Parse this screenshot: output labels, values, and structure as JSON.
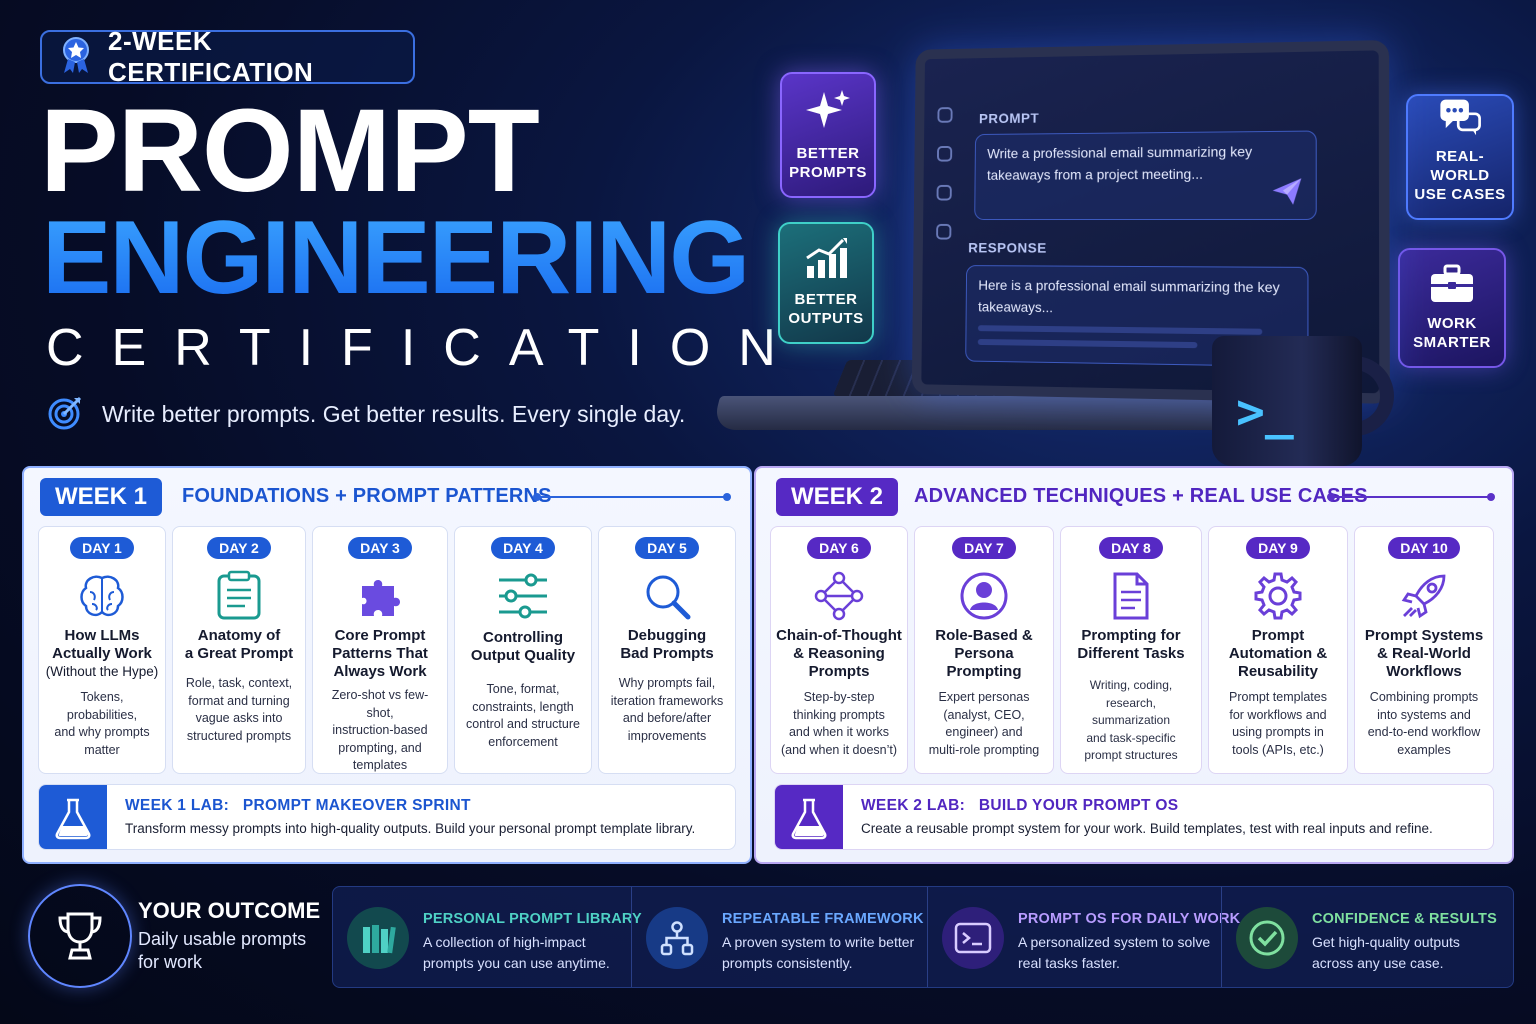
{
  "hero": {
    "badge": "2-WEEK CERTIFICATION",
    "title_line1": "PROMPT",
    "title_line2": "ENGINEERING",
    "title_line3": "CERTIFICATION",
    "tagline": "Write better prompts. Get better results. Every single day."
  },
  "screen": {
    "prompt_label": "PROMPT",
    "prompt_text": "Write a professional email summarizing key takeaways from a project meeting...",
    "response_label": "RESPONSE",
    "response_text": "Here is a professional email summarizing the key takeaways..."
  },
  "float_cards": {
    "better_prompts": "BETTER\nPROMPTS",
    "better_outputs": "BETTER\nOUTPUTS",
    "real_world": "REAL-WORLD\nUSE CASES",
    "work_smarter": "WORK\nSMARTER"
  },
  "week1": {
    "label": "WEEK 1",
    "title": "FOUNDATIONS + PROMPT PATTERNS",
    "accent": "#1e5bd6",
    "days": [
      {
        "day": "DAY 1",
        "icon": "brain-icon",
        "title": "How LLMs\nActually Work",
        "subtitle": "(Without the Hype)",
        "desc": "Tokens, probabilities,\nand why prompts\nmatter"
      },
      {
        "day": "DAY 2",
        "icon": "document-icon",
        "title": "Anatomy of\na Great Prompt",
        "subtitle": "",
        "desc": "Role, task, context,\nformat and turning\nvague asks into\nstructured prompts"
      },
      {
        "day": "DAY 3",
        "icon": "puzzle-icon",
        "title": "Core Prompt\nPatterns That\nAlways Work",
        "subtitle": "",
        "desc": "Zero-shot vs few-shot,\ninstruction-based\nprompting, and\ntemplates"
      },
      {
        "day": "DAY 4",
        "icon": "sliders-icon",
        "title": "Controlling\nOutput Quality",
        "subtitle": "",
        "desc": "Tone, format,\nconstraints, length\ncontrol and structure\nenforcement"
      },
      {
        "day": "DAY 5",
        "icon": "magnifier-icon",
        "title": "Debugging\nBad Prompts",
        "subtitle": "",
        "desc": "Why prompts fail,\niteration frameworks\nand before/after\nimprovements"
      }
    ],
    "lab_title": "WEEK 1 LAB:   PROMPT MAKEOVER SPRINT",
    "lab_desc": "Transform messy prompts into high-quality outputs. Build your personal prompt template library."
  },
  "week2": {
    "label": "WEEK 2",
    "title": "ADVANCED TECHNIQUES + REAL USE CASES",
    "accent": "#5629c4",
    "days": [
      {
        "day": "DAY 6",
        "icon": "network-icon",
        "title": "Chain-of-Thought\n& Reasoning\nPrompts",
        "subtitle": "",
        "desc": "Step-by-step\nthinking prompts\nand when it works\n(and when it doesn’t)"
      },
      {
        "day": "DAY 7",
        "icon": "persona-icon",
        "title": "Role-Based &\nPersona\nPrompting",
        "subtitle": "",
        "desc": "Expert personas\n(analyst, CEO,\nengineer) and\nmulti-role prompting"
      },
      {
        "day": "DAY 8",
        "icon": "file-lines-icon",
        "title": "Prompting for\nDifferent Tasks",
        "subtitle": "",
        "desc": "Writing, coding,\nresearch, summarization\nand task-specific\nprompt structures"
      },
      {
        "day": "DAY 9",
        "icon": "gear-icon",
        "title": "Prompt\nAutomation &\nReusability",
        "subtitle": "",
        "desc": "Prompt templates\nfor workflows and\nusing prompts in\ntools (APIs, etc.)"
      },
      {
        "day": "DAY 10",
        "icon": "rocket-icon",
        "title": "Prompt Systems\n& Real-World\nWorkflows",
        "subtitle": "",
        "desc": "Combining prompts\ninto systems and\nend-to-end workflow\nexamples"
      }
    ],
    "lab_title": "WEEK 2 LAB:   BUILD YOUR PROMPT OS",
    "lab_desc": "Create a reusable prompt system for your work. Build templates, test with real inputs and refine."
  },
  "outcome": {
    "title": "YOUR OUTCOME",
    "subtitle": "Daily usable prompts\nfor work",
    "items": [
      {
        "title": "PERSONAL PROMPT LIBRARY",
        "desc": "A collection of high-impact\nprompts you can use anytime.",
        "color": "#4fd1c5",
        "icon": "books-icon"
      },
      {
        "title": "REPEATABLE FRAMEWORK",
        "desc": "A proven system to write better\nprompts consistently.",
        "color": "#6aa8ff",
        "icon": "hierarchy-icon"
      },
      {
        "title": "PROMPT OS FOR DAILY WORK",
        "desc": "A personalized system to solve\nreal tasks faster.",
        "color": "#b89cff",
        "icon": "terminal-icon"
      },
      {
        "title": "CONFIDENCE & RESULTS",
        "desc": "Get high-quality outputs\nacross any use case.",
        "color": "#7fe0a0",
        "icon": "check-circle-icon"
      }
    ]
  }
}
